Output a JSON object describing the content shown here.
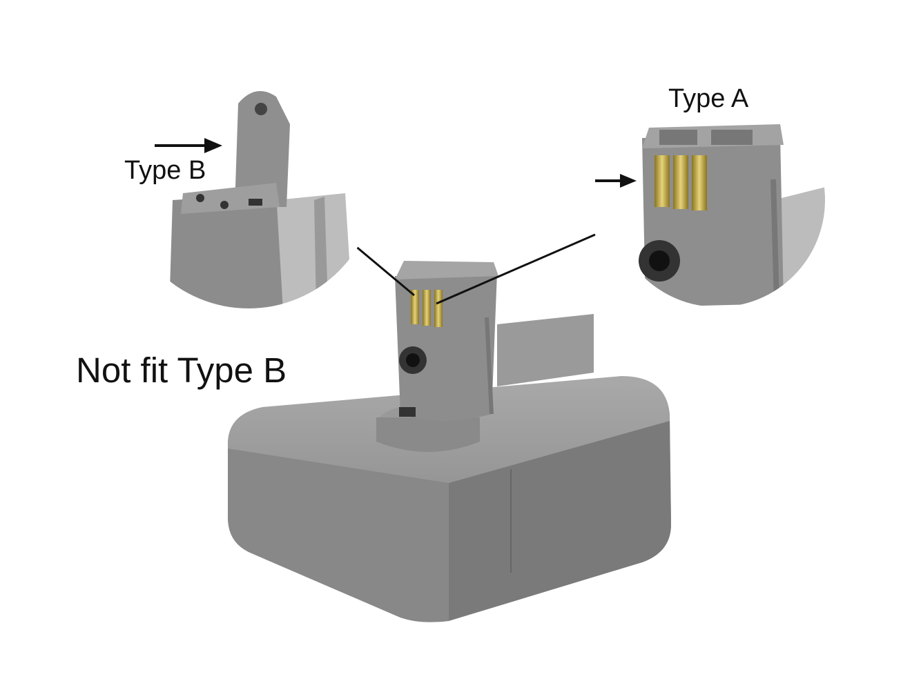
{
  "labels": {
    "type_a": "Type A",
    "type_b": "Type B",
    "not_fit": "Not fit Type B"
  },
  "colors": {
    "plastic": "#8f8f8f",
    "plastic_light": "#a8a8a8",
    "plastic_dark": "#6e6e6e",
    "contacts": "#c9b04a"
  }
}
